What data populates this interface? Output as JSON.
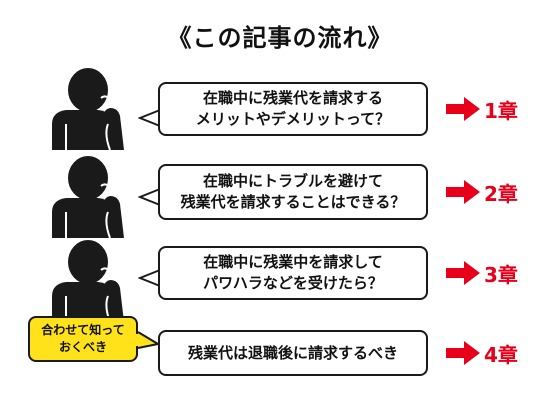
{
  "title": "《この記事の流れ》",
  "colors": {
    "accent_red": "#e8001a",
    "note_yellow": "#ffe21a",
    "figure": "#1a1a1a"
  },
  "rows": [
    {
      "lines": [
        "在職中に残業代を請求する",
        "メリットやデメリットって？"
      ],
      "chapter": "1章"
    },
    {
      "lines": [
        "在職中にトラブルを避けて",
        "残業代を請求することはできる？"
      ],
      "chapter": "2章"
    },
    {
      "lines": [
        "在職中に残業中を請求して",
        "パワハラなどを受けたら？"
      ],
      "chapter": "3章"
    },
    {
      "lines": [
        "残業代は退職後に請求するべき"
      ],
      "chapter": "4章"
    }
  ],
  "note": {
    "lines": [
      "合わせて知って",
      "おくべき"
    ]
  }
}
